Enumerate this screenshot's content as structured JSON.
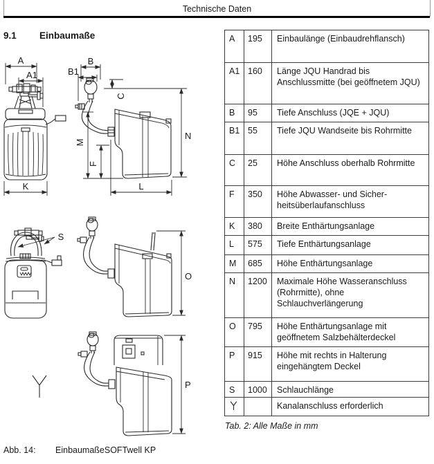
{
  "page_header": {
    "title": "Technische Daten"
  },
  "section": {
    "number": "9.1",
    "title": "Einbaumaße"
  },
  "figure": {
    "caption_label": "Abb. 14:",
    "caption_text": "EinbaumaßeSOFTwell KP",
    "dim_labels": {
      "A": "A",
      "A1": "A1",
      "B": "B",
      "B1": "B1",
      "C": "C",
      "F": "F",
      "K": "K",
      "L": "L",
      "M": "M",
      "N": "N",
      "O": "O",
      "P": "P",
      "S": "S"
    }
  },
  "table": {
    "caption": "Tab. 2: Alle Maße in mm",
    "rows": [
      {
        "code": "A",
        "value": "195",
        "desc": "Einbaulänge (Einbaudreh­flansch)"
      },
      {
        "code": "A1",
        "value": "160",
        "desc": "Länge JQU Handrad bis Anschlussmitte (bei geöffnetem JQU)"
      },
      {
        "code": "B",
        "value": "95",
        "desc": "Tiefe Anschluss (JQE + JQU)"
      },
      {
        "code": "B1",
        "value": "55",
        "desc": "Tiefe JQU Wandseite bis Rohr­mitte"
      },
      {
        "code": "C",
        "value": "25",
        "desc": "Höhe Anschluss oberhalb Rohr­mitte"
      },
      {
        "code": "F",
        "value": "350",
        "desc": "Höhe Abwasser- und Sicher­heitsüberlaufanschluss"
      },
      {
        "code": "K",
        "value": "380",
        "desc": "Breite Enthärtungsanlage"
      },
      {
        "code": "L",
        "value": "575",
        "desc": "Tiefe Enthärtungsanlage"
      },
      {
        "code": "M",
        "value": "685",
        "desc": "Höhe Enthärtungsanlage"
      },
      {
        "code": "N",
        "value": "1200",
        "desc": "Maximale Höhe Wasseran­schluss (Rohrmitte), ohne Schlauchverlängerung"
      },
      {
        "code": "O",
        "value": "795",
        "desc": "Höhe Enthärtungsanlage mit geöffnetem Salzbehälterdeckel"
      },
      {
        "code": "P",
        "value": "915",
        "desc": "Höhe mit rechts in Halterung eingehängtem Deckel"
      },
      {
        "code": "S",
        "value": "1000",
        "desc": "Schlauchlänge"
      },
      {
        "code": "Y",
        "value": "",
        "desc": "Kanalanschluss erforderlich",
        "code_is_symbol": true
      }
    ]
  },
  "colors": {
    "text": "#1a1a1a",
    "line_art": "#2a2a2a",
    "table_border": "#3a3a3a",
    "header_rule": "#000000"
  }
}
